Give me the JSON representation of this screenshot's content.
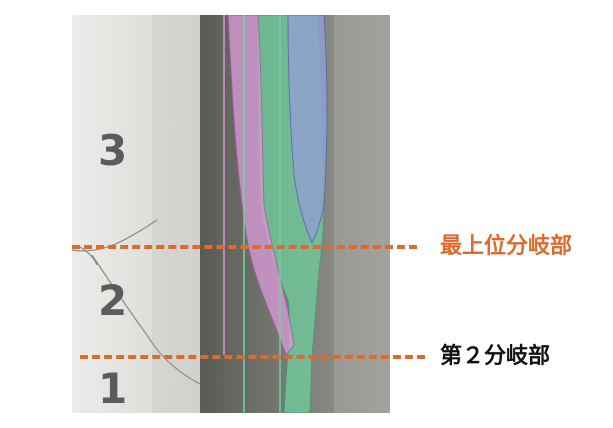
{
  "zones": {
    "upper": "3",
    "middle": "2",
    "lower": "1"
  },
  "labels": {
    "top": "最上位分岐部",
    "bottom": "第２分岐部"
  },
  "colors": {
    "wall": "#e4e4e2",
    "dark_band": "#6f706b",
    "green_overlay": "#6fd3a0",
    "pink_overlay": "#d79ad6",
    "blue_overlay": "#8fa0cf",
    "dashed_line": "#e06a2c",
    "top_label": "#e06a2c",
    "bottom_label": "#111111",
    "zone_number": "#5b5b5b"
  }
}
